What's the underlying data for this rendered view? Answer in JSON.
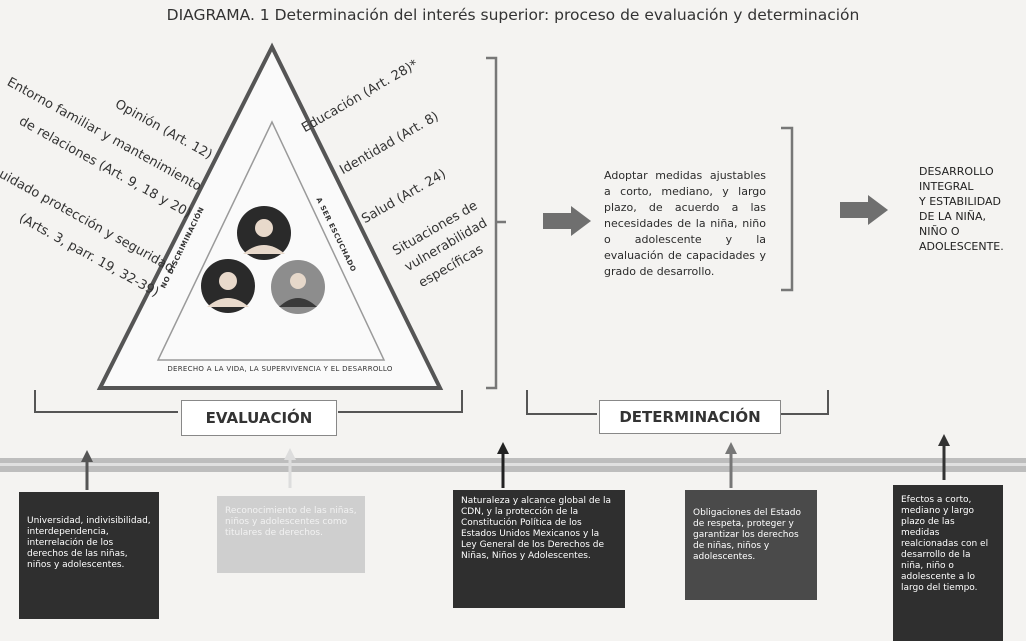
{
  "title": "DIAGRAMA. 1 Determinación del interés superior: proceso de evaluación y determinación",
  "left_labels": {
    "opinion": "Opinión (Art. 12)",
    "entorno_1": "Entorno familiar y mantenimiento",
    "entorno_2": "de relaciones (Art. 9, 18 y 20)",
    "cuidado_1": "uidado protección y seguridad",
    "cuidado_2": "(Arts. 3, parr. 19, 32-39)"
  },
  "right_labels": {
    "educacion": "Educación (Art. 28)*",
    "identidad": "Identidad (Art. 8)",
    "salud": "Salud (Art. 24)",
    "situaciones_1": "Situaciones de",
    "situaciones_2": "vulnerabilidad",
    "situaciones_3": "específicas"
  },
  "triangle_labels": {
    "left_side": "NO DISCRIMINACIÓN",
    "right_side": "A SER ESCUCHADO",
    "bottom_side": "DERECHO A LA VIDA, LA SUPERVIVENCIA Y EL DESARROLLO"
  },
  "measures_text": "Adoptar medidas ajustables a corto, mediano, y largo plazo, de acuerdo a las necesidades de la niña, niño o adolescente y la evaluación de capacidades y grado de desarrollo.",
  "outcome_lines": [
    "DESARROLLO",
    "INTEGRAL",
    "Y ESTABILIDAD",
    "DE LA NIÑA,",
    "NIÑO O",
    "ADOLESCENTE."
  ],
  "phases": {
    "evaluacion": "EVALUACIÓN",
    "determinacion": "DETERMINACIÓN"
  },
  "bottom_boxes": [
    "Universidad, indivisibilidad, interdependencia, interrelación de los derechos de las niñas, niños y adolescentes.",
    "Reconocimiento de las niñas, niños y adolescentes como titulares de derechos.",
    "Naturaleza y alcance global de la CDN, y la protección de la Constitución Política de los Estados Unidos Mexicanos y la Ley General de los Derechos de Niñas, Niños y Adolescentes.",
    "Obligaciones del Estado de respeta, proteger y garantizar los derechos de niñas, niños y adolescentes.",
    "Efectos a corto, mediano y largo plazo de las medidas realcionadas con el desarrollo de la niña, niño o adolescente a lo largo del tiempo."
  ],
  "colors": {
    "dark_box": "#2f2f2f",
    "mid_box": "#4a4a4a",
    "faded_box": "#cfcfcf",
    "timeline": "#bdbdbd",
    "arrow": "#6f6f6f"
  },
  "icons": [
    "person-icon",
    "person-icon",
    "person-icon",
    "arrow-right-icon",
    "arrow-up-icon"
  ]
}
